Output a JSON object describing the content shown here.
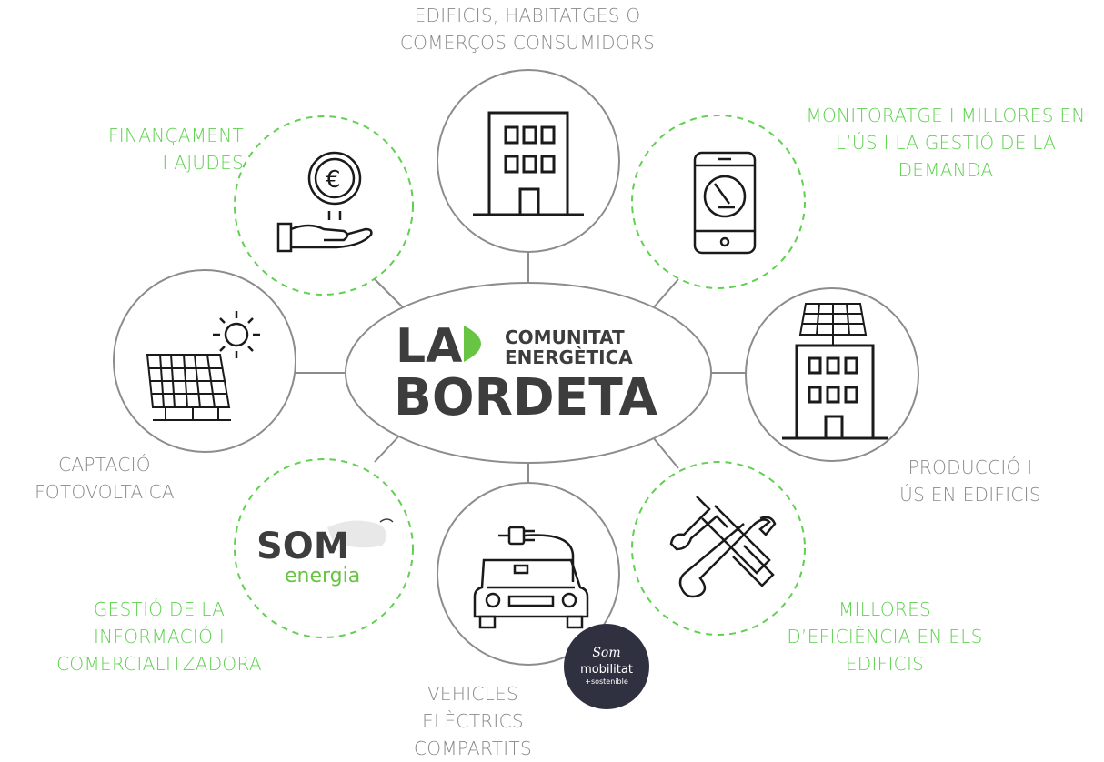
{
  "colors": {
    "accent_green": "#5fd14f",
    "grey_text": "#8a8a8a",
    "circle_stroke": "#8c8c8c",
    "logo_dark": "#3d3d3d",
    "logo_green": "#68c443"
  },
  "center": {
    "logo_line1": "LA",
    "logo_line2": "BORDETA",
    "subtitle_line1": "COMUNITAT",
    "subtitle_line2": "ENERGÈTICA"
  },
  "nodes": {
    "top": {
      "label_lines": [
        "EDIFICIS, HABITATGES O",
        "COMERÇOS CONSUMIDORS"
      ],
      "icon": "building-icon",
      "style": "solid"
    },
    "top_left": {
      "label_lines": [
        "FINANÇAMENT",
        "I AJUDES"
      ],
      "icon": "euro-coin-hand-icon",
      "style": "dashed"
    },
    "top_right": {
      "label_lines": [
        "MONITORATGE I MILLORES EN",
        "L’ÚS I LA GESTIÓ DE LA",
        "DEMANDA"
      ],
      "icon": "smartphone-gauge-icon",
      "style": "dashed"
    },
    "left": {
      "label_lines": [
        "CAPTACIÓ",
        "FOTOVOLTAICA"
      ],
      "icon": "solar-panel-sun-icon",
      "style": "solid"
    },
    "right": {
      "label_lines": [
        "PRODUCCIÓ I",
        "ÚS EN EDIFICIS"
      ],
      "icon": "building-solar-roof-icon",
      "style": "solid"
    },
    "bottom_left": {
      "label_lines": [
        "GESTIÓ DE LA",
        "INFORMACIÓ I",
        "COMERCIALITZADORA"
      ],
      "logo_top": "SOM",
      "logo_bottom": "energia",
      "icon": "som-energia-logo",
      "style": "dashed"
    },
    "bottom": {
      "label_lines": [
        "VEHICLES",
        "ELÈCTRICS",
        "COMPARTITS"
      ],
      "icon": "electric-car-plug-icon",
      "badge_top": "Som",
      "badge_middle": "mobilitat",
      "badge_bottom": "+sostenible",
      "style": "solid"
    },
    "bottom_right": {
      "label_lines": [
        "MILLORES",
        "D’EFICIÈNCIA EN ELS",
        "EDIFICIS"
      ],
      "icon": "hammer-wrench-icon",
      "style": "dashed"
    }
  }
}
